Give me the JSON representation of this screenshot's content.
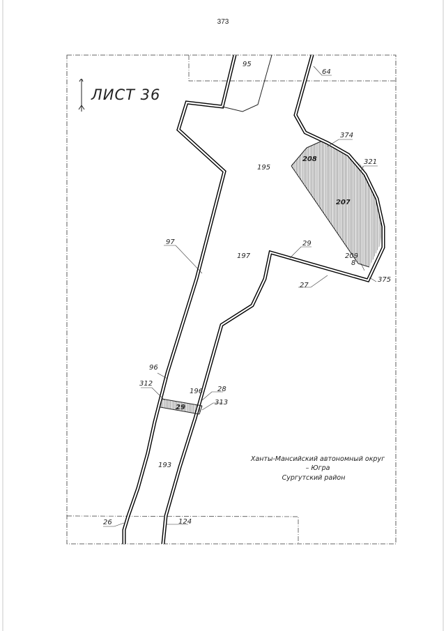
{
  "page_number": "373",
  "sheet_title": "ЛИСТ 36",
  "region": {
    "line1": "Ханты-Мансийский автономный округ",
    "line2": "– Югра",
    "line3": "Сургутский район"
  },
  "parcels": {
    "p95": "95",
    "p64": "64",
    "p374": "374",
    "p321": "321",
    "p195": "195",
    "p208": "208",
    "p207": "207",
    "p29a": "29",
    "p97": "97",
    "p197": "197",
    "p209": "209",
    "p8": "8",
    "p375": "375",
    "p27": "27",
    "p96": "96",
    "p312": "312",
    "p196": "196",
    "p28": "28",
    "p29b": "29",
    "p313": "313",
    "p193": "193",
    "p26": "26",
    "p124": "124"
  }
}
